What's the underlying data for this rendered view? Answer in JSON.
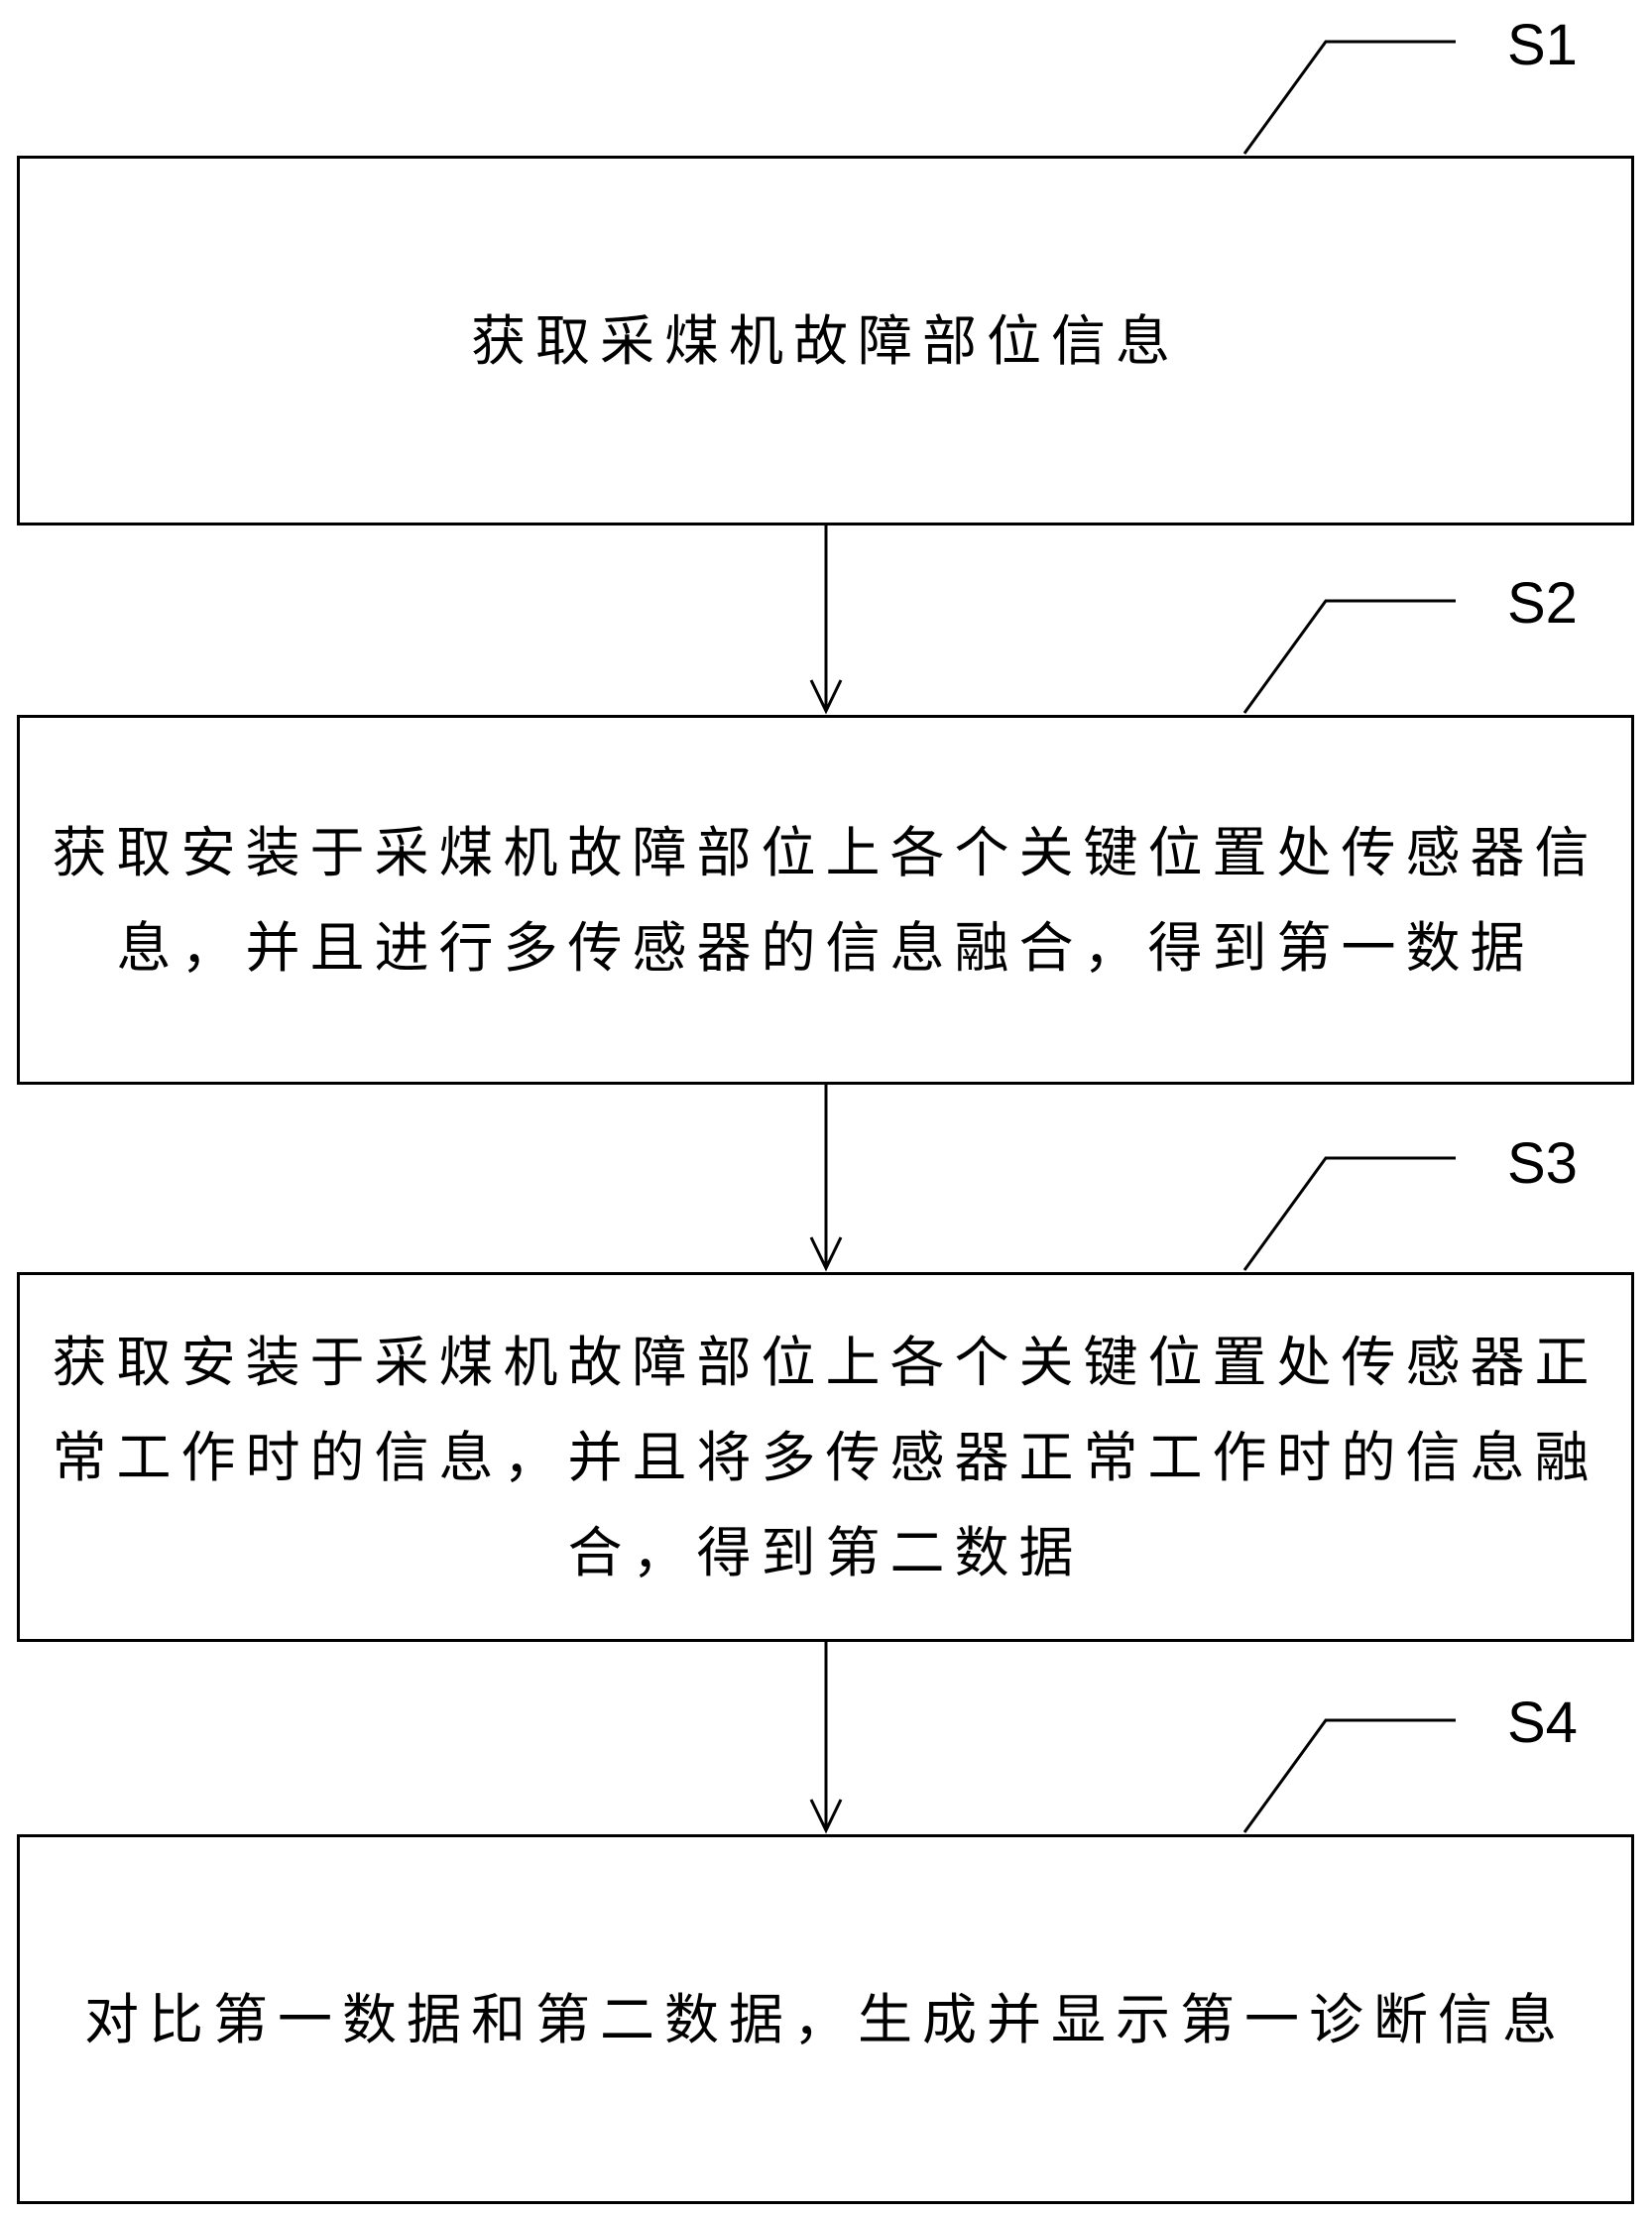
{
  "flowchart": {
    "steps": [
      {
        "id": "S1",
        "label": "S1",
        "text": "获取采煤机故障部位信息"
      },
      {
        "id": "S2",
        "label": "S2",
        "text": "获取安装于采煤机故障部位上各个关键位置处传感器信息，并且进行多传感器的信息融合，得到第一数据"
      },
      {
        "id": "S3",
        "label": "S3",
        "text": "获取安装于采煤机故障部位上各个关键位置处传感器正常工作时的信息，并且将多传感器正常工作时的信息融合，得到第二数据"
      },
      {
        "id": "S4",
        "label": "S4",
        "text": "对比第一数据和第二数据，生成并显示第一诊断信息"
      }
    ]
  }
}
